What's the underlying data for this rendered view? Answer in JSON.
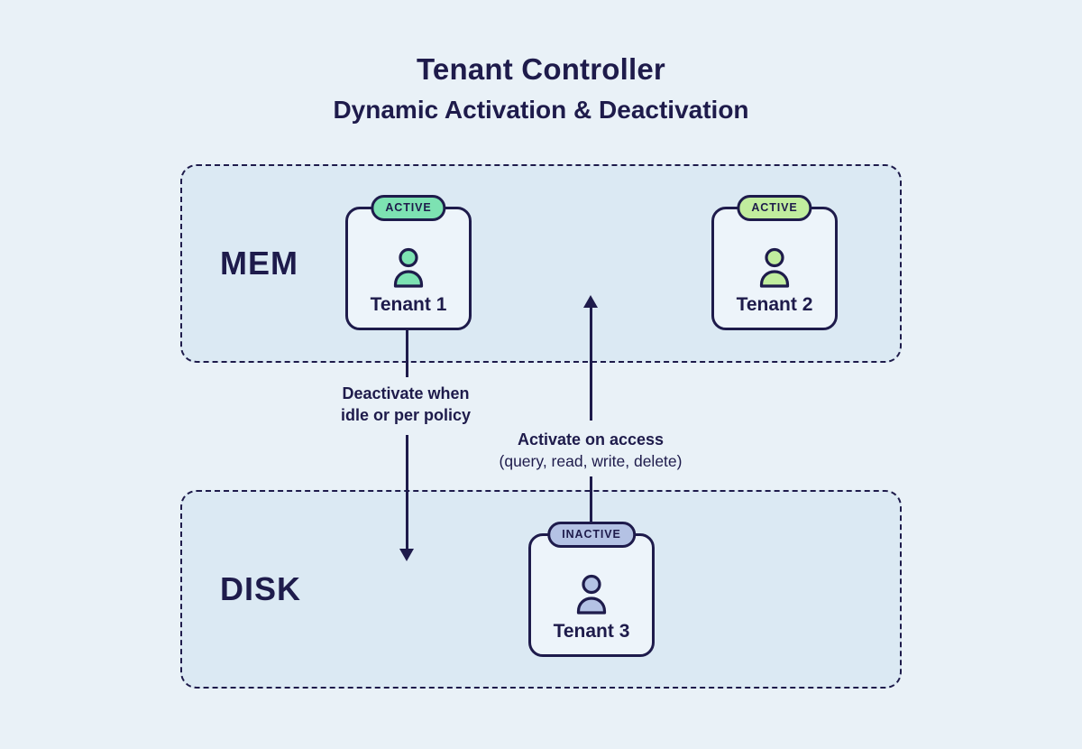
{
  "header": {
    "title": "Tenant Controller",
    "subtitle": "Dynamic Activation & Deactivation"
  },
  "regions": {
    "mem": {
      "label": "MEM"
    },
    "disk": {
      "label": "DISK"
    }
  },
  "tenants": [
    {
      "name": "Tenant 1",
      "status": "ACTIVE",
      "region": "MEM",
      "accent_color": "#7DE2B2"
    },
    {
      "name": "Tenant 2",
      "status": "ACTIVE",
      "region": "MEM",
      "accent_color": "#C1ED9E"
    },
    {
      "name": "Tenant 3",
      "status": "INACTIVE",
      "region": "DISK",
      "accent_color": "#B4C2E4"
    }
  ],
  "flows": {
    "deactivate": {
      "direction": "down",
      "line1": "Deactivate when",
      "line2": "idle or per policy"
    },
    "activate": {
      "direction": "up",
      "line1": "Activate on access",
      "line2": "(query, read, write, delete)"
    }
  },
  "icons": {
    "tenant": "person-icon",
    "deactivate_arrow": "arrow-down-icon",
    "activate_arrow": "arrow-up-icon"
  },
  "colors": {
    "navy": "#1E1B4B",
    "page_background": "#E9F1F7",
    "region_background": "#DBE9F3",
    "card_background": "#EDF4FA",
    "active_mint": "#7DE2B2",
    "active_lime": "#C1ED9E",
    "inactive_lavender": "#B4C2E4"
  }
}
